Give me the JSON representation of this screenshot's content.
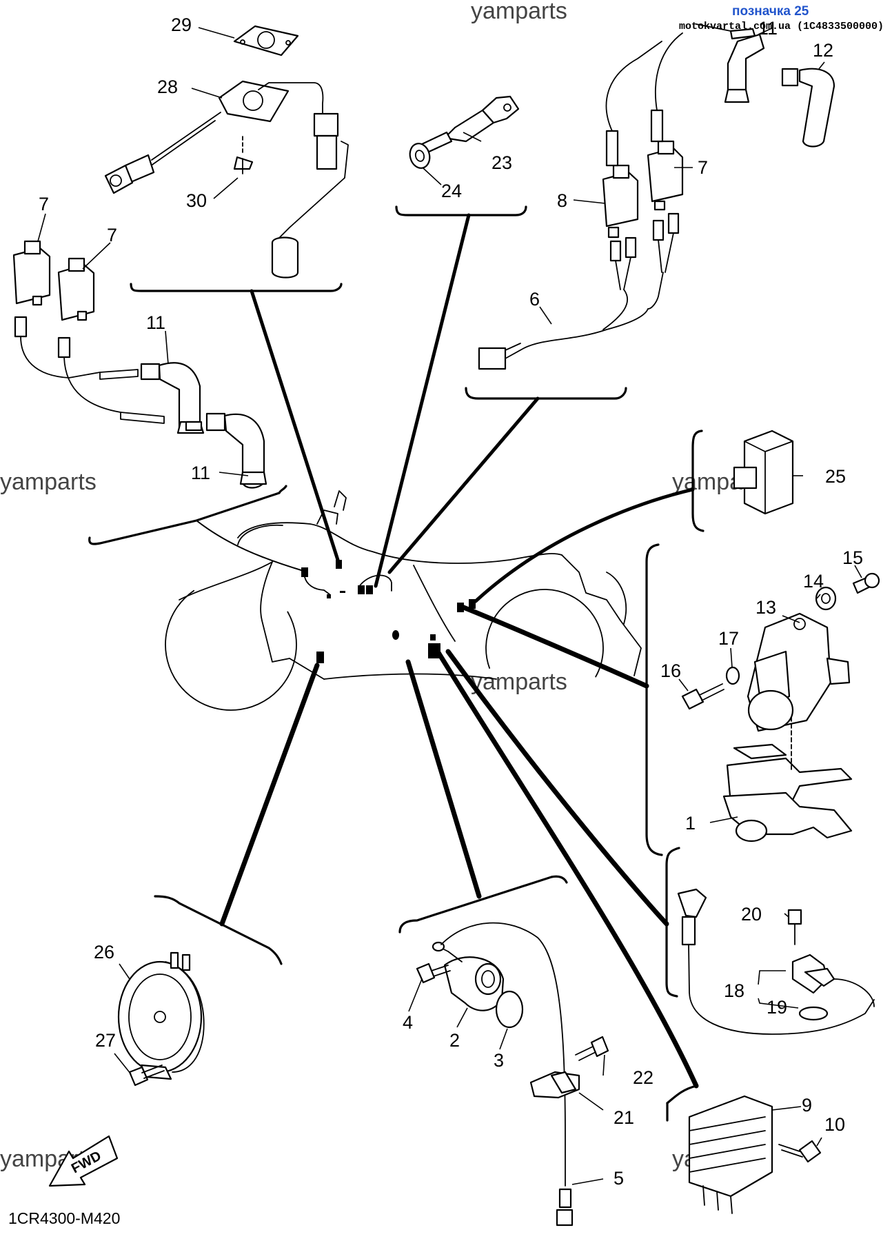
{
  "header": {
    "label": "позначка 25",
    "site_code": "motokvartal.com.ua (1C4833500000)"
  },
  "watermark": "yamparts",
  "diagram_code": "1CR4300-M420",
  "fwd_label": "FWD",
  "callouts": {
    "c1": "1",
    "c2": "2",
    "c3": "3",
    "c4": "4",
    "c5": "5",
    "c6": "6",
    "c7a": "7",
    "c7b": "7",
    "c7c": "7",
    "c8": "8",
    "c9": "9",
    "c10": "10",
    "c11a": "11",
    "c11b": "11",
    "c11c": "11",
    "c12": "12",
    "c13": "13",
    "c14": "14",
    "c15": "15",
    "c16": "16",
    "c17": "17",
    "c18": "18",
    "c19": "19",
    "c20": "20",
    "c21": "21",
    "c22": "22",
    "c23": "23",
    "c24": "24",
    "c25": "25",
    "c26": "26",
    "c27": "27",
    "c28": "28",
    "c29": "29",
    "c30": "30"
  }
}
